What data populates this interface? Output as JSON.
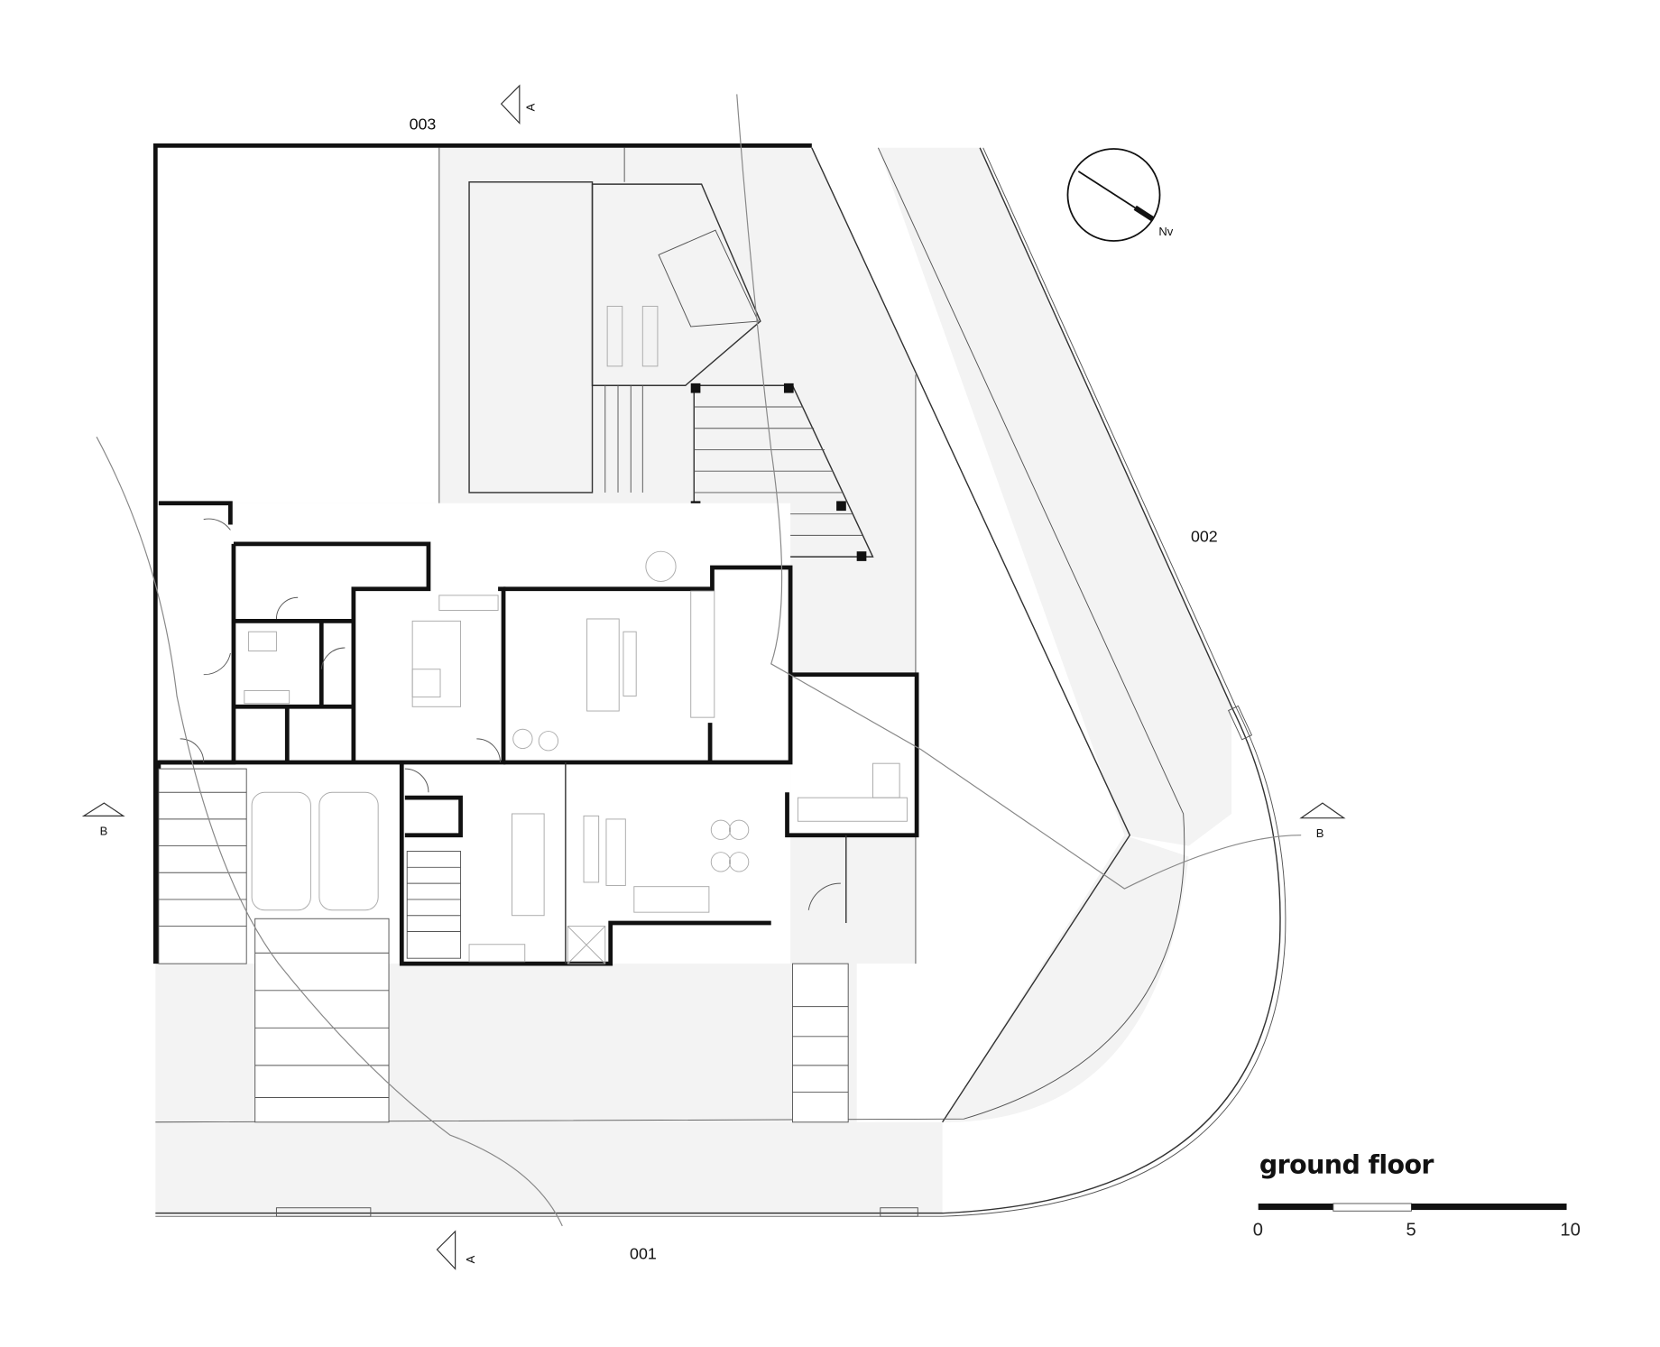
{
  "drawing": {
    "title": "ground floor",
    "lot_labels": {
      "top": "003",
      "right": "002",
      "bottom": "001"
    },
    "section_markers": {
      "a_top": "A",
      "a_bottom": "A",
      "b_left": "B",
      "b_right": "B"
    },
    "north_label": "Nv",
    "scale_bar": {
      "ticks": [
        "0",
        "5",
        "10"
      ],
      "unit_max": 10
    }
  }
}
